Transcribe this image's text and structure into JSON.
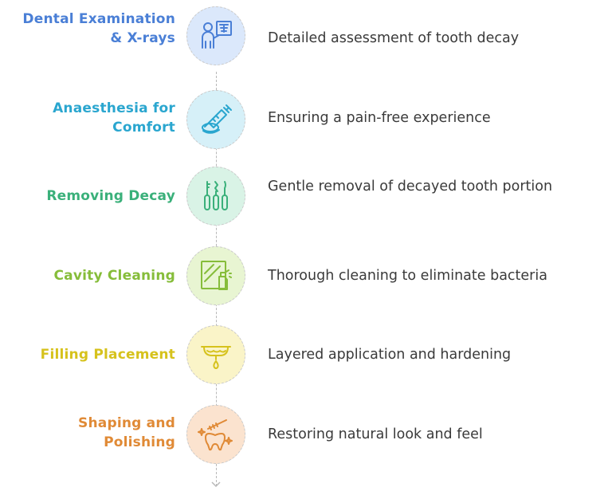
{
  "steps": [
    {
      "title": "Dental Examination & X-rays",
      "description": "Detailed assessment of tooth decay",
      "icon": "dentist-xray-icon",
      "color": "#4a7fd6",
      "bg": "#dbe8fb"
    },
    {
      "title": "Anaesthesia for Comfort",
      "description": "Ensuring a pain-free experience",
      "icon": "syringe-icon",
      "color": "#2aa6cf",
      "bg": "#d6f0f8"
    },
    {
      "title": "Removing Decay",
      "description": "Gentle removal of decayed tooth portion",
      "icon": "dental-tools-icon",
      "color": "#3ab07a",
      "bg": "#d9f3e6"
    },
    {
      "title": "Cavity Cleaning",
      "description": "Thorough cleaning to eliminate bacteria",
      "icon": "spray-cleaning-icon",
      "color": "#86bd3a",
      "bg": "#e8f5d2"
    },
    {
      "title": "Filling Placement",
      "description": "Layered application and hardening",
      "icon": "filling-drop-icon",
      "color": "#d6c21c",
      "bg": "#faf4c8"
    },
    {
      "title": "Shaping and Polishing",
      "description": "Restoring natural look and feel",
      "icon": "tooth-polish-icon",
      "color": "#e08a36",
      "bg": "#fbe3cf"
    }
  ]
}
